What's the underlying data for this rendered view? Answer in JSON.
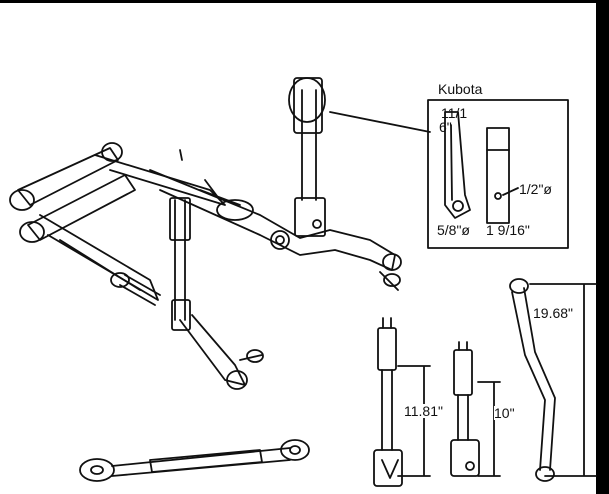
{
  "inset": {
    "brand": "Kubota",
    "frac_top_line1": "11/1",
    "frac_top_line2": "6\"",
    "pin_diameter": "1/2\"ø",
    "hole_diameter": "5/8\"ø",
    "width_dimension": "1 9/16\""
  },
  "dimensions": {
    "stabilizer_length": "19.68\"",
    "lift_rod_long": "11.81\"",
    "lift_rod_short": "10\""
  },
  "colors": {
    "line": "#111111",
    "background": "#ffffff",
    "edge_bars": "#000000"
  }
}
